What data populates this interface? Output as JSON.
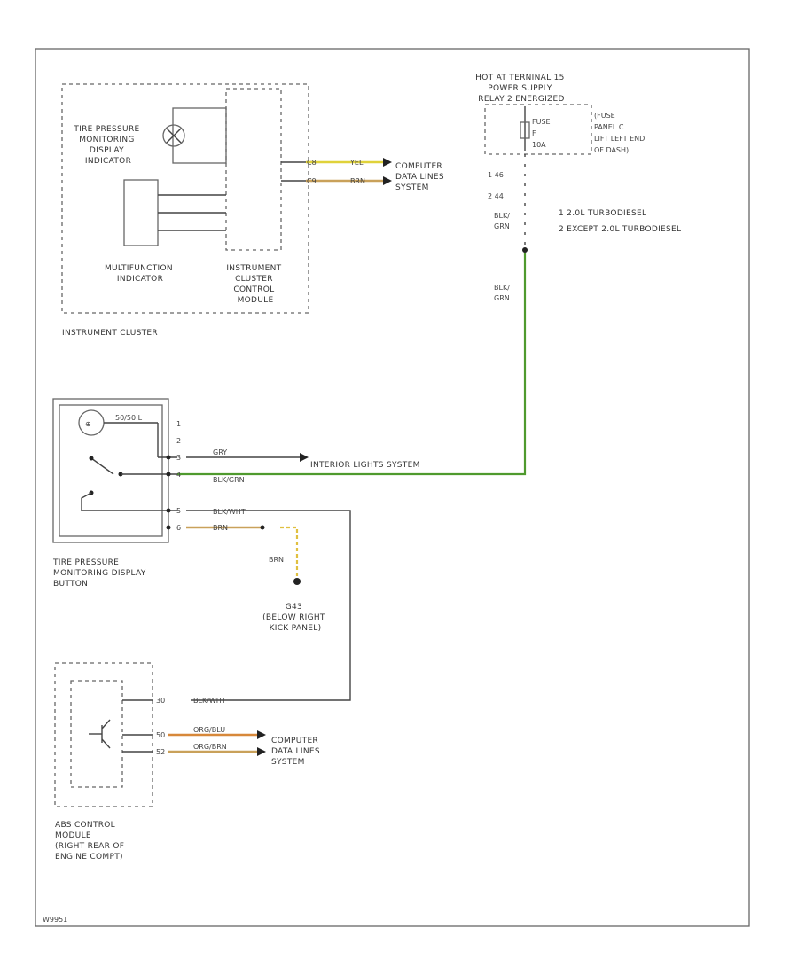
{
  "page_code": "W9951",
  "legend": {
    "item1": "1  2.0L TURBODIESEL",
    "item2": "2  EXCEPT 2.0L TURBODIESEL"
  },
  "instrument_cluster": {
    "label": "INSTRUMENT CLUSTER",
    "tpms_indicator": [
      "TIRE PRESSURE",
      "MONITORING",
      "DISPLAY",
      "INDICATOR"
    ],
    "multifunction": [
      "MULTIFUNCTION",
      "INDICATOR"
    ],
    "control_module": [
      "INSTRUMENT",
      "CLUSTER",
      "CONTROL",
      "MODULE"
    ],
    "pins": [
      "C8",
      "C9"
    ],
    "wire_colors": [
      "YEL",
      "BRN"
    ],
    "target": [
      "COMPUTER",
      "DATA LINES",
      "SYSTEM"
    ]
  },
  "power_supply": {
    "title": [
      "HOT AT TERNINAL 15",
      "POWER SUPPLY",
      "RELAY 2 ENERGIZED"
    ],
    "fuse": [
      "FUSE",
      "F",
      "10A"
    ],
    "fuse_location": [
      "(FUSE",
      "PANEL C",
      "LIFT LEFT END",
      "OF DASH)"
    ],
    "pins": [
      "46",
      "44"
    ],
    "wire_top": [
      "BLK/",
      "GRN"
    ],
    "wire_mid": [
      "BLK/",
      "GRN"
    ]
  },
  "tpms_button": {
    "label": [
      "TIRE PRESSURE",
      "MONITORING DISPLAY",
      "BUTTON"
    ],
    "led_label": "50/50 L",
    "pins": [
      "1",
      "2",
      "3",
      "4",
      "5",
      "6"
    ],
    "wires": {
      "w3": "GRY",
      "w4": "BLK/GRN",
      "w5": "BLK/WHT",
      "w6": "BRN"
    },
    "interior_target": "INTERIOR LIGHTS SYSTEM"
  },
  "ground": {
    "wire": "BRN",
    "label": [
      "G43",
      "(BELOW RIGHT",
      "KICK PANEL)"
    ]
  },
  "abs_module": {
    "label": [
      "ABS CONTROL",
      "MODULE",
      "(RIGHT REAR OF",
      "ENGINE COMPT)"
    ],
    "pins": [
      "30",
      "50",
      "52"
    ],
    "wires": [
      "BLK/WHT",
      "ORG/BLU",
      "ORG/BRN"
    ],
    "target": [
      "COMPUTER",
      "DATA LINES",
      "SYSTEM"
    ]
  },
  "colors": {
    "green_wire": "#4f9a2e",
    "yellow_wire": "#e0d23a",
    "brown_wire": "#c9a15a",
    "orange_wire": "#d7883a"
  }
}
